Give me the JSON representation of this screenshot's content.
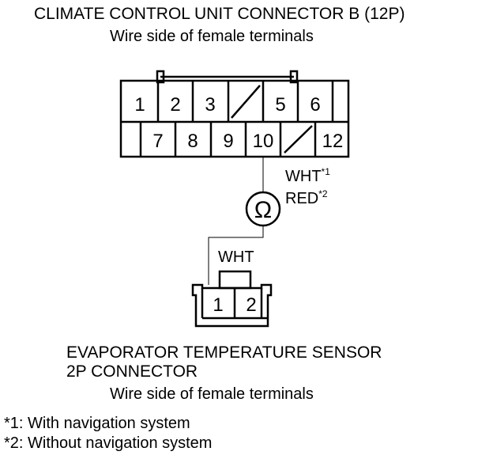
{
  "connector_b": {
    "title": "CLIMATE CONTROL UNIT CONNECTOR B (12P)",
    "subtitle": "Wire side of female terminals",
    "terminals_top": [
      "1",
      "2",
      "3",
      "",
      "5",
      "6",
      ""
    ],
    "terminals_bottom": [
      "",
      "7",
      "8",
      "9",
      "10",
      "",
      "12"
    ]
  },
  "wire_b": {
    "label_main_1": "WHT",
    "sup_1": "*1",
    "label_main_2": "RED",
    "sup_2": "*2"
  },
  "ohmmeter": {
    "symbol": "Ω"
  },
  "wire_sensor": {
    "label": "WHT"
  },
  "sensor_connector": {
    "terminals": [
      "1",
      "2"
    ],
    "title_line1": "EVAPORATOR TEMPERATURE SENSOR",
    "title_line2": "2P CONNECTOR",
    "subtitle": "Wire side of female terminals"
  },
  "footnotes": [
    "*1: With navigation system",
    "*2: Without navigation system"
  ],
  "colors": {
    "line": "#000000",
    "background": "#ffffff"
  }
}
